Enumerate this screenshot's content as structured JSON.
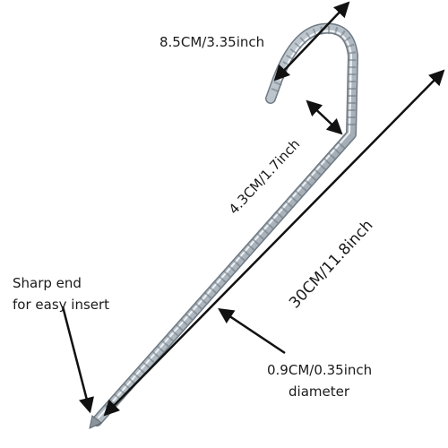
{
  "labels": {
    "hook_width": "8.5CM/3.35inch",
    "hook_gap": "4.3CM/1.7inch",
    "length": "30CM/11.8inch",
    "sharp_end_line1": "Sharp end",
    "sharp_end_line2": "for easy insert",
    "diameter_line1": "0.9CM/0.35inch",
    "diameter_line2": "diameter"
  },
  "colors": {
    "text": "#1a1a1a",
    "arrow": "#111111",
    "steel_dark": "#7d8791",
    "steel_mid": "#b9c2ca",
    "steel_light": "#eef2f5"
  }
}
